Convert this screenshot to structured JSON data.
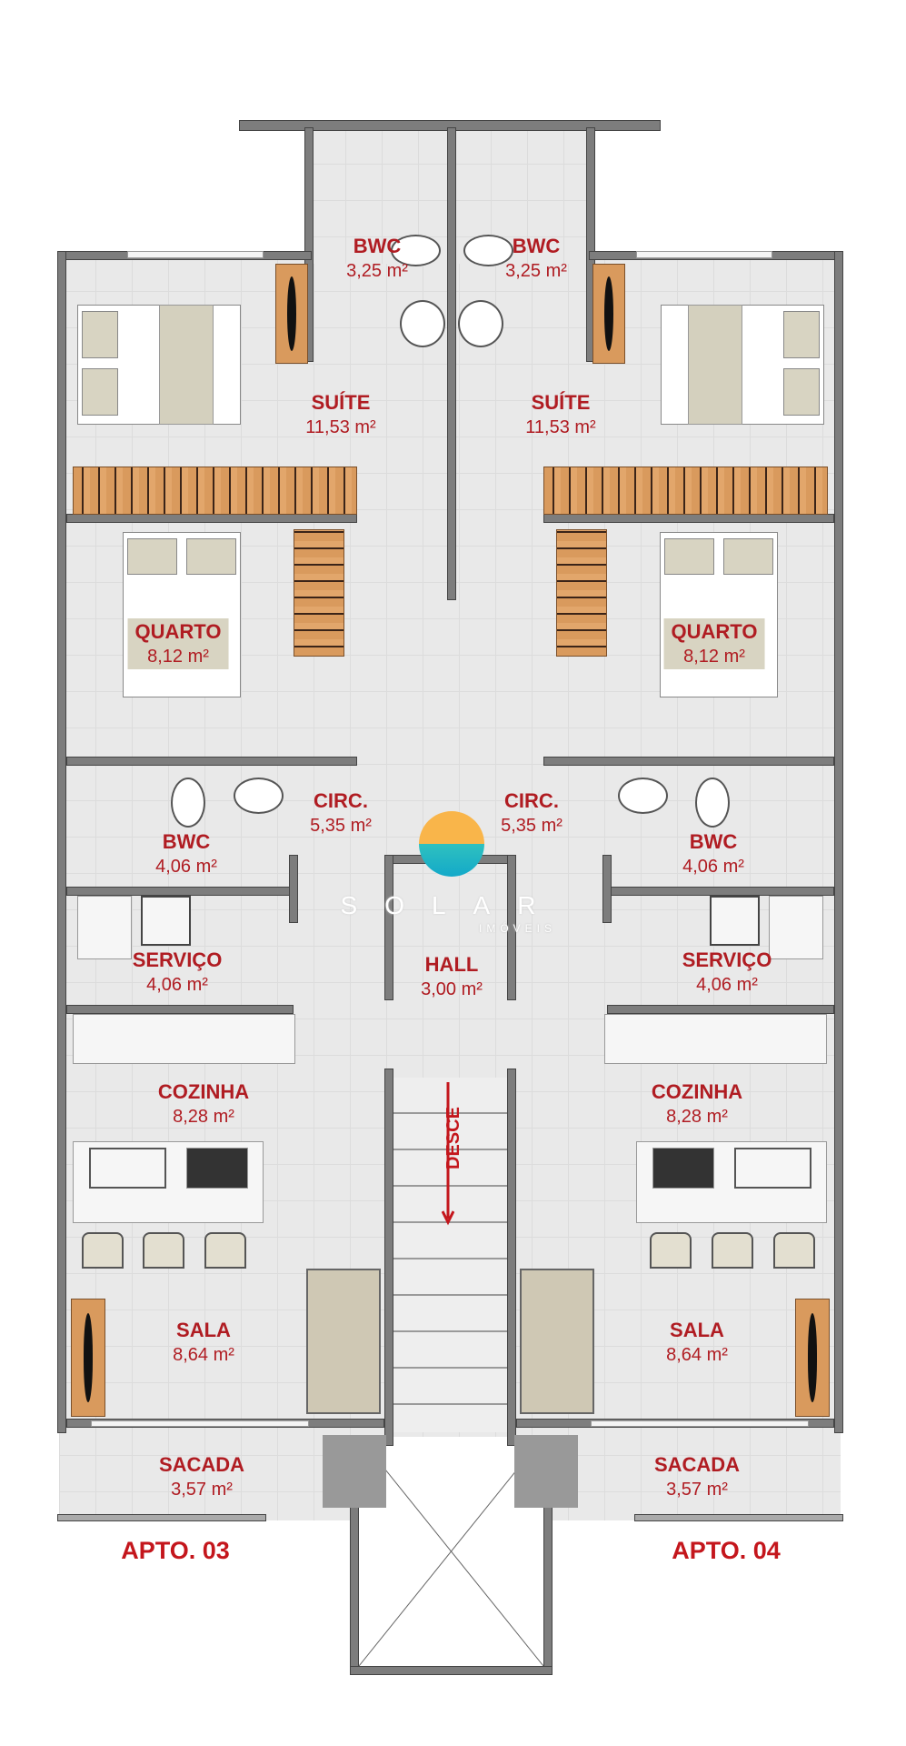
{
  "plan": {
    "apartments": [
      {
        "title": "APTO. 03",
        "rooms": {
          "bwc_suite": {
            "name": "BWC",
            "area": "3,25 m²"
          },
          "suite": {
            "name": "SUÍTE",
            "area": "11,53 m²"
          },
          "quarto": {
            "name": "QUARTO",
            "area": "8,12 m²"
          },
          "circ": {
            "name": "CIRC.",
            "area": "5,35 m²"
          },
          "bwc": {
            "name": "BWC",
            "area": "4,06 m²"
          },
          "servico": {
            "name": "SERVIÇO",
            "area": "4,06 m²"
          },
          "cozinha": {
            "name": "COZINHA",
            "area": "8,28 m²"
          },
          "sala": {
            "name": "SALA",
            "area": "8,64 m²"
          },
          "sacada": {
            "name": "SACADA",
            "area": "3,57 m²"
          }
        }
      },
      {
        "title": "APTO. 04",
        "rooms": {
          "bwc_suite": {
            "name": "BWC",
            "area": "3,25 m²"
          },
          "suite": {
            "name": "SUÍTE",
            "area": "11,53 m²"
          },
          "quarto": {
            "name": "QUARTO",
            "area": "8,12 m²"
          },
          "circ": {
            "name": "CIRC.",
            "area": "5,35 m²"
          },
          "bwc": {
            "name": "BWC",
            "area": "4,06 m²"
          },
          "servico": {
            "name": "SERVIÇO",
            "area": "4,06 m²"
          },
          "cozinha": {
            "name": "COZINHA",
            "area": "8,28 m²"
          },
          "sala": {
            "name": "SALA",
            "area": "8,64 m²"
          },
          "sacada": {
            "name": "SACADA",
            "area": "3,57 m²"
          }
        }
      }
    ],
    "hall": {
      "name": "HALL",
      "area": "3,00 m²"
    },
    "stairs": {
      "label": "DESCE"
    }
  },
  "watermark": {
    "brand": "SOLAR",
    "sub": "IMÓVEIS"
  },
  "colors": {
    "label": "#b01c22",
    "logo_top": "#f9b54a",
    "logo_bottom": "#1bb5c4"
  }
}
